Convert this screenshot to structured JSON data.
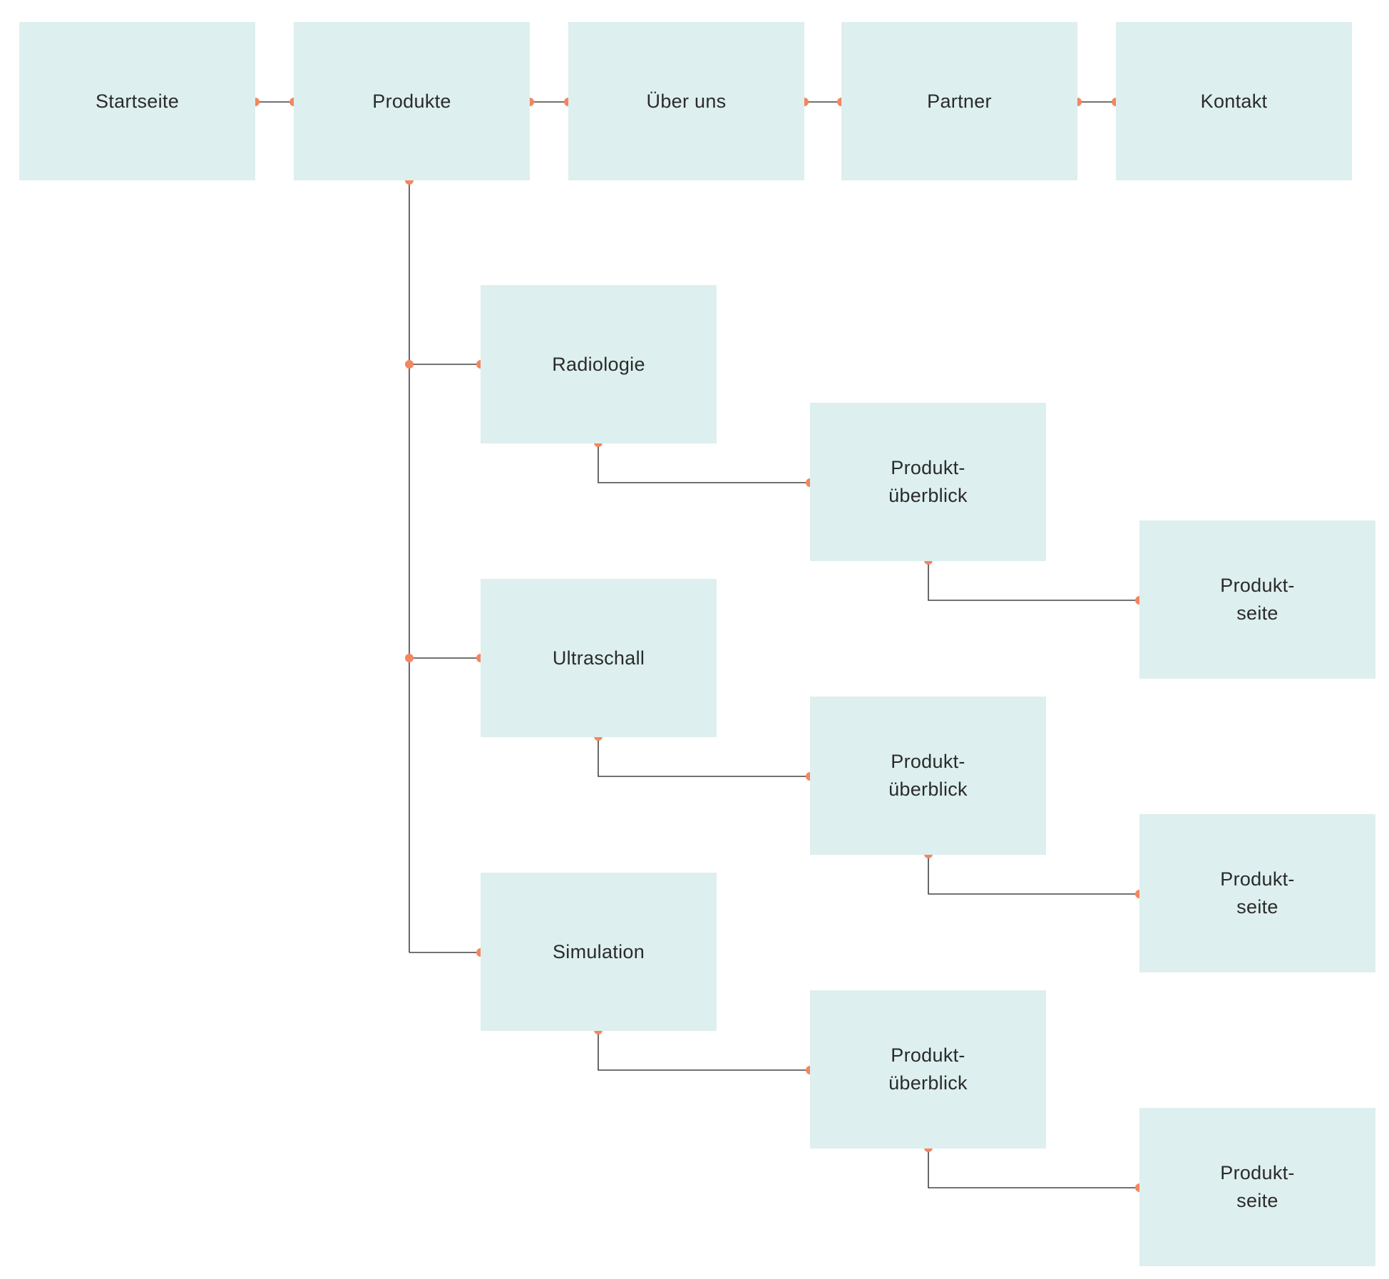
{
  "diagram": {
    "top_nav": {
      "start": "Startseite",
      "products": "Produkte",
      "about": "Über uns",
      "partner": "Partner",
      "contact": "Kontakt"
    },
    "categories": {
      "radiology": "Radiologie",
      "ultrasound": "Ultraschall",
      "simulation": "Simulation"
    },
    "overview_label": [
      "Produkt-",
      "überblick"
    ],
    "product_page_label": [
      "Produkt-",
      "seite"
    ],
    "colors": {
      "node_fill": "#ddefee",
      "connector_dot": "#f4865e",
      "connector_line": "#444444",
      "text": "#2b2b2b"
    }
  }
}
